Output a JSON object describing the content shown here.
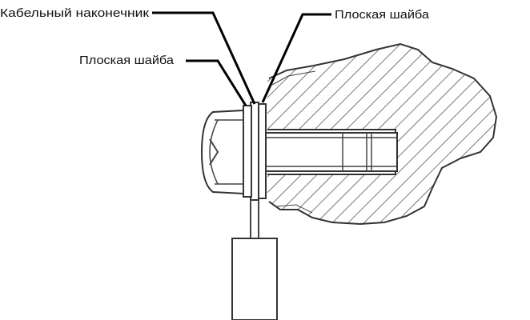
{
  "labels": {
    "cable_lug": "Кабельный наконечник",
    "flat_washer_top": "Плоская шайба",
    "flat_washer_left": "Плоская шайба"
  },
  "colors": {
    "line": "#000000",
    "hatch": "#555555",
    "background": "#ffffff"
  }
}
